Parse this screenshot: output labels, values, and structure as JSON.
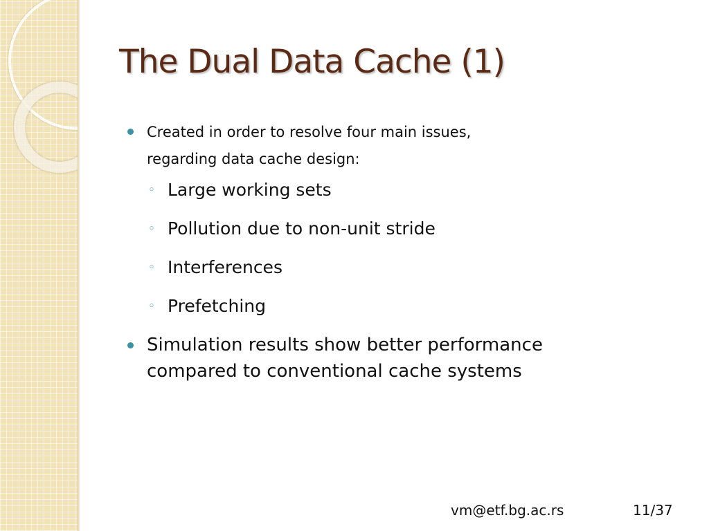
{
  "slide": {
    "title": "The Dual Data Cache (1)",
    "bullets": [
      {
        "line1": "Created in order to resolve four main issues,",
        "line2": "regarding data cache design:"
      }
    ],
    "sub_items": [
      "Large working sets",
      "Pollution due to non-unit stride",
      "Interferences",
      "Prefetching"
    ],
    "bullet2": {
      "line1": "Simulation results show better performance",
      "line2": "compared to conventional cache systems"
    },
    "sub_marker": "◦",
    "footer": {
      "email": "vm@etf.bg.ac.rs",
      "page": "11/37"
    },
    "colors": {
      "title": "#5a2a15",
      "bullet": "#3b93a6",
      "sidebar": "#f1e2b8"
    }
  }
}
